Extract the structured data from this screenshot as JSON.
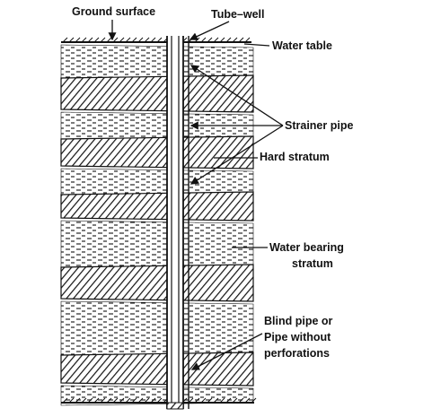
{
  "labels": {
    "ground_surface": "Ground surface",
    "tube_well": "Tube–well",
    "water_table": "Water table",
    "strainer_pipe": "Strainer pipe",
    "hard_stratum": "Hard stratum",
    "water_bearing_1": "Water bearing",
    "water_bearing_2": "stratum",
    "blind_pipe_1": "Blind pipe or",
    "blind_pipe_2": "Pipe without",
    "blind_pipe_3": "perforations"
  },
  "strata": [
    "water-bearing",
    "hard",
    "water-bearing",
    "hard",
    "water-bearing",
    "hard",
    "water-bearing",
    "hard",
    "water-bearing",
    "hard",
    "water-bearing"
  ],
  "colors": {
    "ink": "#111111",
    "background": "#ffffff"
  }
}
